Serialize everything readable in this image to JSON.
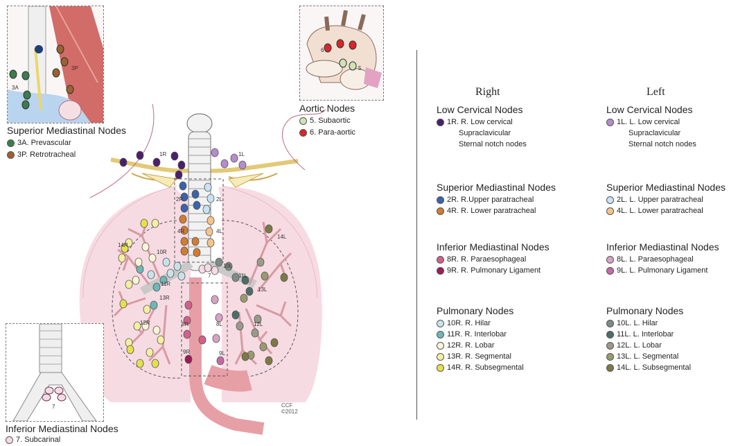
{
  "colors": {
    "1R": "#4b1f6b",
    "1L": "#b58ccc",
    "2R": "#3b63a9",
    "4R": "#d27c33",
    "2L": "#c9e3f4",
    "4L": "#f6c38c",
    "8R": "#d2608a",
    "9R": "#9a1c56",
    "8L": "#d7a3c4",
    "9L": "#c26ba4",
    "10R": "#c6e3e8",
    "11R": "#6fb7b6",
    "12R": "#fbf4d6",
    "13R": "#f6efa0",
    "14R": "#e7e04a",
    "10L": "#7f8b86",
    "11L": "#4c6e67",
    "12L": "#9b9a8a",
    "13L": "#9a9a70",
    "14L": "#7c7a44",
    "3A": "#3b7d4e",
    "3P": "#9a6233",
    "5": "#cfe3b5",
    "6": "#d8262b",
    "7": "#f4dbe5",
    "lung": "#f7dbe3",
    "airway": "#ffffff",
    "bronchi": "#d79aa4",
    "esophagus": "#e79fa6"
  },
  "insets": {
    "superior": {
      "title": "Superior Mediastinal Nodes",
      "items": [
        {
          "key": "3A",
          "label": "3A. Prevascular"
        },
        {
          "key": "3P",
          "label": "3P. Retrotracheal"
        }
      ],
      "tags": [
        "3A",
        "3P"
      ]
    },
    "aortic": {
      "title": "Aortic Nodes",
      "items": [
        {
          "key": "5",
          "label": "5. Subaortic"
        },
        {
          "key": "6",
          "label": "6. Para-aortic"
        }
      ],
      "tags": [
        "6",
        "5"
      ]
    },
    "inferior": {
      "title": "Inferior Mediastinal Nodes",
      "items": [
        {
          "key": "7",
          "label": "7. Subcarinal"
        }
      ],
      "tags": [
        "7"
      ]
    }
  },
  "diagram_labels": [
    "1R",
    "1L",
    "2R",
    "4R",
    "2L",
    "4L",
    "10R",
    "10L",
    "11R",
    "11L",
    "12R",
    "12L",
    "13R",
    "13L",
    "14R",
    "14L",
    "8R",
    "8L",
    "9R",
    "9L",
    "7"
  ],
  "copyright": {
    "line1": "CCF",
    "line2": "©2012"
  },
  "legend": {
    "right": {
      "heading": "Right",
      "groups": [
        {
          "title": "Low Cervical Nodes",
          "items": [
            {
              "key": "1R",
              "label": "1R. R. Low cervical"
            },
            {
              "key": "",
              "label": "Supraclavicular"
            },
            {
              "key": "",
              "label": "Sternal notch nodes"
            }
          ]
        },
        {
          "title": "Superior Mediastinal Nodes",
          "items": [
            {
              "key": "2R",
              "label": "2R. R.Upper paratracheal"
            },
            {
              "key": "4R",
              "label": "4R. R. Lower paratracheal"
            }
          ]
        },
        {
          "title": "Inferior Mediastinal Nodes",
          "items": [
            {
              "key": "8R",
              "label": "8R. R. Paraesophageal"
            },
            {
              "key": "9R",
              "label": "9R. R. Pulmonary Ligament"
            }
          ]
        },
        {
          "title": "Pulmonary Nodes",
          "items": [
            {
              "key": "10R",
              "label": "10R. R. Hilar"
            },
            {
              "key": "11R",
              "label": "11R. R. Interlobar"
            },
            {
              "key": "12R",
              "label": "12R. R. Lobar"
            },
            {
              "key": "13R",
              "label": "13R. R. Segmental"
            },
            {
              "key": "14R",
              "label": "14R. R. Subsegmental"
            }
          ]
        }
      ]
    },
    "left": {
      "heading": "Left",
      "groups": [
        {
          "title": "Low Cervical Nodes",
          "items": [
            {
              "key": "1L",
              "label": "1L. L. Low cervical"
            },
            {
              "key": "",
              "label": "Supraclavicular"
            },
            {
              "key": "",
              "label": "Sternal notch nodes"
            }
          ]
        },
        {
          "title": "Superior Mediastinal Nodes",
          "items": [
            {
              "key": "2L",
              "label": "2L. L. Upper paratracheal"
            },
            {
              "key": "4L",
              "label": "4L. L. Lower paratracheal"
            }
          ]
        },
        {
          "title": "Inferior Mediastinal Nodes",
          "items": [
            {
              "key": "8L",
              "label": "8L. L. Paraesophageal"
            },
            {
              "key": "9L",
              "label": "9L. L. Pulmonary Ligament"
            }
          ]
        },
        {
          "title": "Pulmonary Nodes",
          "items": [
            {
              "key": "10L",
              "label": "10L. L. Hilar"
            },
            {
              "key": "11L",
              "label": "11L. L. Interlobar"
            },
            {
              "key": "12L",
              "label": "12L. L. Lobar"
            },
            {
              "key": "13L",
              "label": "13L. L. Segmental"
            },
            {
              "key": "14L",
              "label": "14L. L. Subsegmental"
            }
          ]
        }
      ]
    }
  }
}
